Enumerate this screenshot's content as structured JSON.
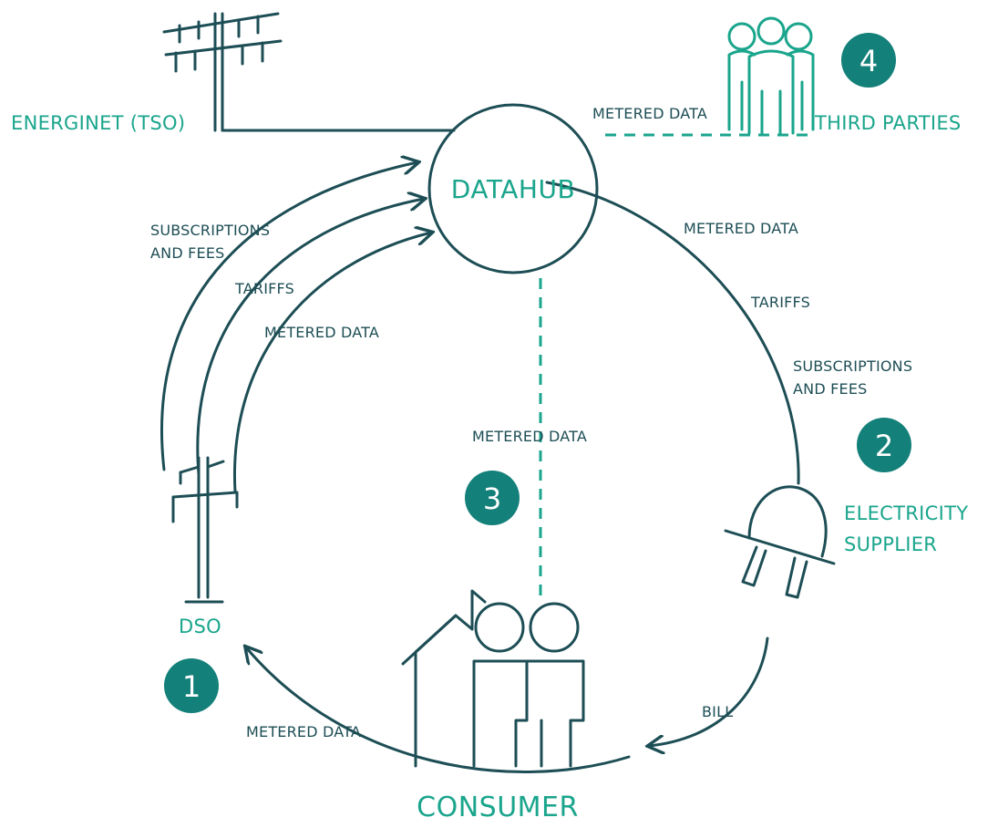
{
  "hub": {
    "label": "DATAHUB"
  },
  "actors": {
    "tso": "ENERGINET (TSO)",
    "third_parties": "THIRD PARTIES",
    "dso": "DSO",
    "supplier_line1": "ELECTRICITY",
    "supplier_line2": "SUPPLIER",
    "consumer": "CONSUMER"
  },
  "flows": {
    "third_party_metered": "METERED DATA",
    "dso_subscriptions_line1": "SUBSCRIPTIONS",
    "dso_subscriptions_line2": "AND FEES",
    "dso_tariffs": "TARIFFS",
    "dso_metered": "METERED DATA",
    "supplier_metered": "METERED DATA",
    "supplier_tariffs": "TARIFFS",
    "supplier_subscriptions_line1": "SUBSCRIPTIONS",
    "supplier_subscriptions_line2": "AND FEES",
    "consumer_metered": "METERED DATA",
    "bill": "BILL",
    "consumer_to_dso_metered": "METERED DATA"
  },
  "badges": {
    "dso": "1",
    "supplier": "2",
    "consumer": "3",
    "third_parties": "4"
  },
  "colors": {
    "accent": "#1aa58c",
    "dark": "#1d4e55",
    "badge": "#14807a"
  }
}
